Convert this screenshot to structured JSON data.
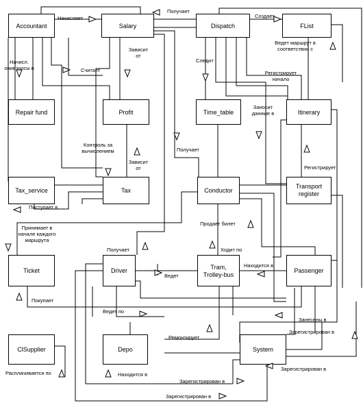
{
  "nodes": {
    "accountant": "Accountant",
    "salary": "Salary",
    "dispatch": "Dispatch",
    "flist": "FList",
    "repair_fund": "Repair fund",
    "profit": "Profit",
    "time_table": "Time_table",
    "itinerary": "Itinerary",
    "tax_service": "Tax_service",
    "tax": "Tax",
    "conductor": "Conductor",
    "transport_register": "Transport register",
    "ticket": "Ticket",
    "driver": "Driver",
    "tram": "Tram, Trolley-bus",
    "passenger": "Passenger",
    "clsupplier": "ClSupplier",
    "depo": "Depo",
    "system": "System"
  },
  "labels": {
    "l_nachislyaet": "Начисляет",
    "l_poluchaet_top": "Получает",
    "l_sozdaet": "Создает",
    "l_nachisl_vznosy": "Начисл. онивзносы в",
    "l_zavisit_ot_1": "Зависит от",
    "l_schitaet": "Считает",
    "l_sledit": "Следит",
    "l_vedet_marshrut": "Ведет маршрут в соответствии с",
    "l_registriruet_nachalo": "Регистрирует начало",
    "l_zanosit_dannye": "Заносит данные в",
    "l_kontrol": "Контроль за вычислением",
    "l_zavisit_ot_2": "Зависит от",
    "l_poluchaet_mid": "Получает",
    "l_registriruet": "Регистрирует",
    "l_postupaet": "Поступает в",
    "l_prodaet_bilet": "Продает билет",
    "l_prinimaet": "Принимает в начале каждого маршрута",
    "l_poluchaet_driver": "Получает",
    "l_hodit_po": "Ходит по",
    "l_vedet": "Ведет",
    "l_nahoditsya_v_1": "Находится в",
    "l_pokupaet": "Покупает",
    "l_vedet_po": "Ведет по",
    "l_zaneseny_v": "Занесены в",
    "l_remontiruet": "Ремонтирует",
    "l_zaregistrirovan_1": "Зарегистрирован в",
    "l_zaregistrirovan_2": "Зарегистрирован в",
    "l_raspl": "Расплачивается по",
    "l_nahoditsya_v_2": "Находится в",
    "l_zaregistrirovan_3": "Зарегистрирован в",
    "l_zaregistrirovan_4": "Зарегистрирован в"
  }
}
